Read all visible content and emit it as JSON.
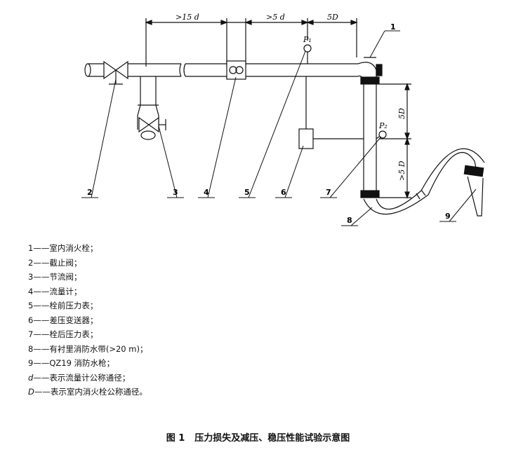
{
  "dimensions": {
    "top_15d": ">15 d",
    "top_5d": ">5 d",
    "top_5D": "5D",
    "side_5D": "5D",
    "side_gt5D": ">5 D"
  },
  "gauges": {
    "p1": "P₁",
    "p2": "P₂"
  },
  "callouts": [
    "1",
    "2",
    "3",
    "4",
    "5",
    "6",
    "7",
    "8",
    "9"
  ],
  "legend": [
    {
      "num": "1",
      "dash": "——",
      "text": "室内消火栓；"
    },
    {
      "num": "2",
      "dash": "——",
      "text": "截止阀；"
    },
    {
      "num": "3",
      "dash": "——",
      "text": "节流阀；"
    },
    {
      "num": "4",
      "dash": "——",
      "text": "流量计；"
    },
    {
      "num": "5",
      "dash": "——",
      "text": "栓前压力表；"
    },
    {
      "num": "6",
      "dash": "——",
      "text": "差压变送器；"
    },
    {
      "num": "7",
      "dash": "——",
      "text": "栓后压力表；"
    },
    {
      "num": "8",
      "dash": "——",
      "text": "有衬里消防水带(>20 m)；"
    },
    {
      "num": "9",
      "dash": "——",
      "text": "QZ19 消防水枪；"
    },
    {
      "num": "d",
      "dash": "——",
      "text": "表示流量计公称通径；"
    },
    {
      "num": "D",
      "dash": "——",
      "text": "表示室内消火栓公称通径。"
    }
  ],
  "caption": {
    "figure": "图 1",
    "title": "压力损失及减压、稳压性能试验示意图"
  }
}
